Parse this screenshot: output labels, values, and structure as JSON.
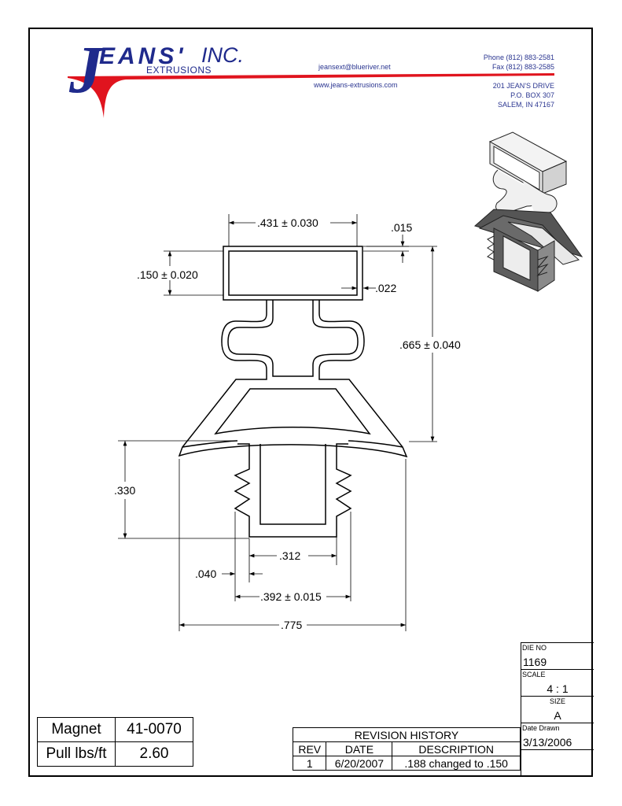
{
  "company": {
    "logo_j": "J",
    "logo_eans": "EANS",
    "logo_apostrophe": "'",
    "logo_inc": "INC.",
    "logo_extrusions": "EXTRUSIONS",
    "email": "jeansext@blueriver.net",
    "website": "www.jeans-extrusions.com",
    "phone": "Phone (812) 883-2581",
    "fax": "Fax (812) 883-2585",
    "address_line1": "201 JEAN'S DRIVE",
    "address_line2": "P.O. BOX 307",
    "address_line3": "SALEM, IN 47167",
    "brand_colors": {
      "blue": "#1f2a8c",
      "red": "#e0141e"
    }
  },
  "dimensions": {
    "top_width": ".431 ± 0.030",
    "wall_top": ".015",
    "top_height": ".150 ± 0.020",
    "side_wall": ".022",
    "overall_height": ".665 ± 0.040",
    "lower_height": ".330",
    "inner_width": ".312",
    "wall_lower": ".040",
    "base_width": ".392 ± 0.015",
    "overall_width": ".775"
  },
  "magnet_table": {
    "rows": [
      {
        "label": "Magnet",
        "value": "41-0070"
      },
      {
        "label": "Pull lbs/ft",
        "value": "2.60"
      }
    ]
  },
  "revision_history": {
    "title": "REVISION HISTORY",
    "headers": [
      "REV",
      "DATE",
      "DESCRIPTION"
    ],
    "rows": [
      {
        "rev": "1",
        "date": "6/20/2007",
        "description": ".188 changed to .150"
      }
    ]
  },
  "title_block": {
    "die_no_label": "DIE NO",
    "die_no": "1169",
    "scale_label": "SCALE",
    "scale": "4 : 1",
    "size_label": "SIZE",
    "size": "A",
    "date_drawn_label": "Date Drawn",
    "date_drawn": "3/13/2006"
  }
}
